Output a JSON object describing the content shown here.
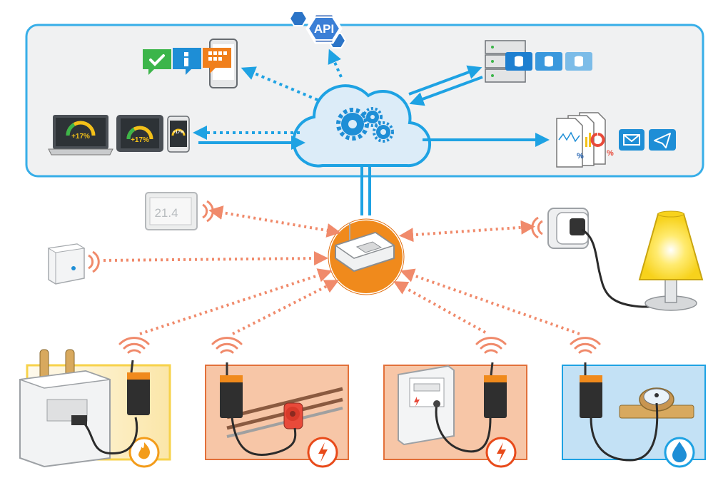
{
  "api": {
    "label": "API"
  },
  "devices": {
    "laptop_reading": "+17%",
    "tablet_reading": "+17%",
    "phone_reading": "+17%"
  },
  "report": {
    "percent_symbol": "%"
  },
  "thermostat": {
    "reading": "21.4"
  },
  "colors": {
    "cloud_panel_border": "#37aee8",
    "cloud_panel_fill": "#f0f1f2",
    "cloud_link": "#1ea2e3",
    "radio_link": "#f08a6b",
    "gateway": "#f08a1c",
    "gas_panel": "#fbe6a8",
    "electric_panel": "#f7c6a7",
    "water_panel": "#c3e1f5",
    "status_ok": "#3cb54a",
    "status_info": "#1e8ed6",
    "status_alert": "#f07f1c"
  },
  "icons": [
    "api-hexagon-icon",
    "check-icon",
    "info-icon",
    "alert-icon",
    "smartphone-icon",
    "server-rack-icon",
    "database-icon",
    "cloud-icon",
    "gears-icon",
    "laptop-icon",
    "tablet-icon",
    "report-documents-icon",
    "email-icon",
    "send-icon",
    "thermostat-icon",
    "wireless-signal-icon",
    "temperature-sensor-icon",
    "gateway-router-icon",
    "smart-plug-icon",
    "lamp-icon",
    "gas-meter-icon",
    "current-clamp-icon",
    "electricity-meter-icon",
    "water-meter-icon",
    "flame-icon",
    "lightning-icon",
    "water-drop-icon"
  ]
}
